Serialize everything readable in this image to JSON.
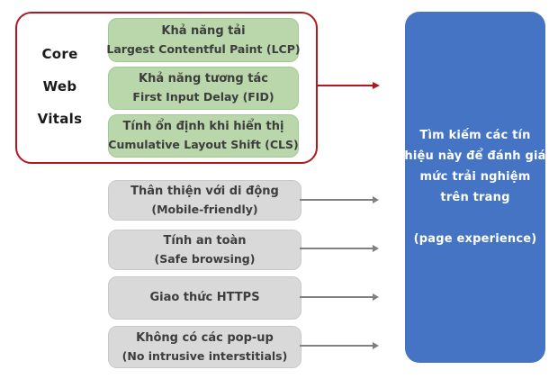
{
  "colors": {
    "canvas_bg": "#ffffff",
    "green_fill": "#b9d7ab",
    "green_border": "#a3c992",
    "gray_fill": "#d9d9d9",
    "gray_border": "#c9c9c9",
    "red_accent": "#b0181f",
    "blue_fill": "#4574c5",
    "blue_text": "#ffffff",
    "arrow_gray": "#808080",
    "box_text": "#3d3d3d",
    "label_text": "#1a1a1a"
  },
  "core_web_vitals": {
    "label_lines": [
      "Core",
      "Web",
      "Vitals"
    ],
    "items": [
      {
        "title": "Khả năng tải",
        "subtitle": "Largest Contentful Paint (LCP)"
      },
      {
        "title": "Khả năng tương tác",
        "subtitle": "First Input Delay (FID)"
      },
      {
        "title": "Tính ổn định khi hiển thị",
        "subtitle": "Cumulative Layout Shift (CLS)"
      }
    ]
  },
  "other_signals": [
    {
      "title": "Thân thiện với di động",
      "subtitle": "(Mobile-friendly)"
    },
    {
      "title": "Tính an toàn",
      "subtitle": "(Safe browsing)"
    },
    {
      "title": "Giao thức HTTPS",
      "subtitle": ""
    },
    {
      "title": "Không có các pop-up",
      "subtitle": "(No intrusive interstitials)"
    }
  ],
  "page_experience": {
    "lines": [
      "Tìm kiếm các tín",
      "hiệu này để đánh giá",
      "mức trải nghiệm",
      "trên trang"
    ],
    "note": "(page experience)"
  }
}
